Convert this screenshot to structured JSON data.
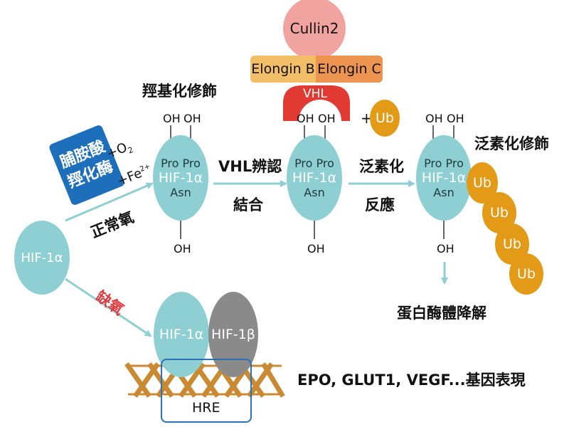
{
  "labels": {
    "hydroxylation": "羥基化修飾",
    "enzyme_line1": "脯胺酸",
    "enzyme_line2": "羥化酶",
    "o2": "+O",
    "o2_sub": "2",
    "fe": "+Fe",
    "fe_sup": "2+",
    "normoxia": "正常氧",
    "hypoxia": "缺氧",
    "vhl_recognition_1": "VHL辨認",
    "vhl_recognition_2": "結合",
    "ubiquitination_reaction_1": "泛素化",
    "ubiquitination_reaction_2": "反應",
    "ubiquitination_mod": "泛素化修飾",
    "proteasome": "蛋白酶體降解",
    "gene_expression": "EPO, GLUT1, VEGF...基因表現"
  },
  "molecules": {
    "hif1a": "HIF-1α",
    "hif1b": "HIF-1β",
    "pro": "Pro",
    "asn": "Asn",
    "oh": "OH",
    "ub": "Ub",
    "ub_plus": "+",
    "cullin2": "Cullin2",
    "elongin_b": "Elongin B",
    "elongin_c": "Elongin C",
    "vhl": "VHL",
    "hre": "HRE"
  },
  "colors": {
    "hif": "#8ecfd3",
    "hif1b": "#8a8a8a",
    "enzyme": "#1d6ebb",
    "cullin": "#f1a3a0",
    "elongin_b": "#f3be68",
    "elongin_c": "#ec9450",
    "vhl": "#e03a33",
    "ub": "#e39a16",
    "arrow": "#8ecfd3",
    "hypoxia": "#e0383b",
    "dna": "#c98a33",
    "hre": "#2a72b8"
  }
}
